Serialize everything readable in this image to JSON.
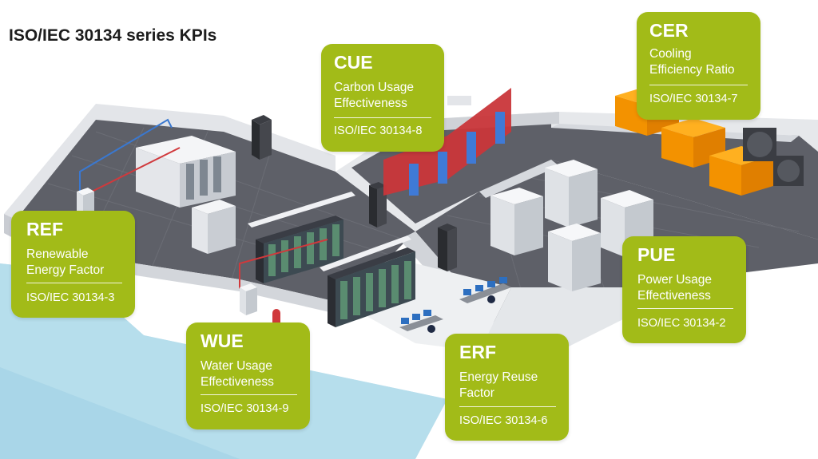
{
  "title": "ISO/IEC 30134 series KPIs",
  "colors": {
    "card": "#a2bb18",
    "floor": "#5e6068",
    "wall": "#d7d9de",
    "water": "#a9d6e8"
  },
  "cards": [
    {
      "id": "cue",
      "abbr": "CUE",
      "name_lines": [
        "Carbon Usage",
        "Effectiveness"
      ],
      "standard": "ISO/IEC 30134-8"
    },
    {
      "id": "cer",
      "abbr": "CER",
      "name_lines": [
        "Cooling",
        "Efficiency Ratio"
      ],
      "standard": "ISO/IEC 30134-7"
    },
    {
      "id": "ref",
      "abbr": "REF",
      "name_lines": [
        "Renewable",
        "Energy Factor"
      ],
      "standard": "ISO/IEC 30134-3"
    },
    {
      "id": "pue",
      "abbr": "PUE",
      "name_lines": [
        "Power Usage",
        "Effectiveness"
      ],
      "standard": "ISO/IEC 30134-2"
    },
    {
      "id": "wue",
      "abbr": "WUE",
      "name_lines": [
        "Water Usage",
        "Effectiveness"
      ],
      "standard": "ISO/IEC 30134-9"
    },
    {
      "id": "erf",
      "abbr": "ERF",
      "name_lines": [
        "Energy Reuse",
        "Factor"
      ],
      "standard": "ISO/IEC 30134-6"
    }
  ]
}
